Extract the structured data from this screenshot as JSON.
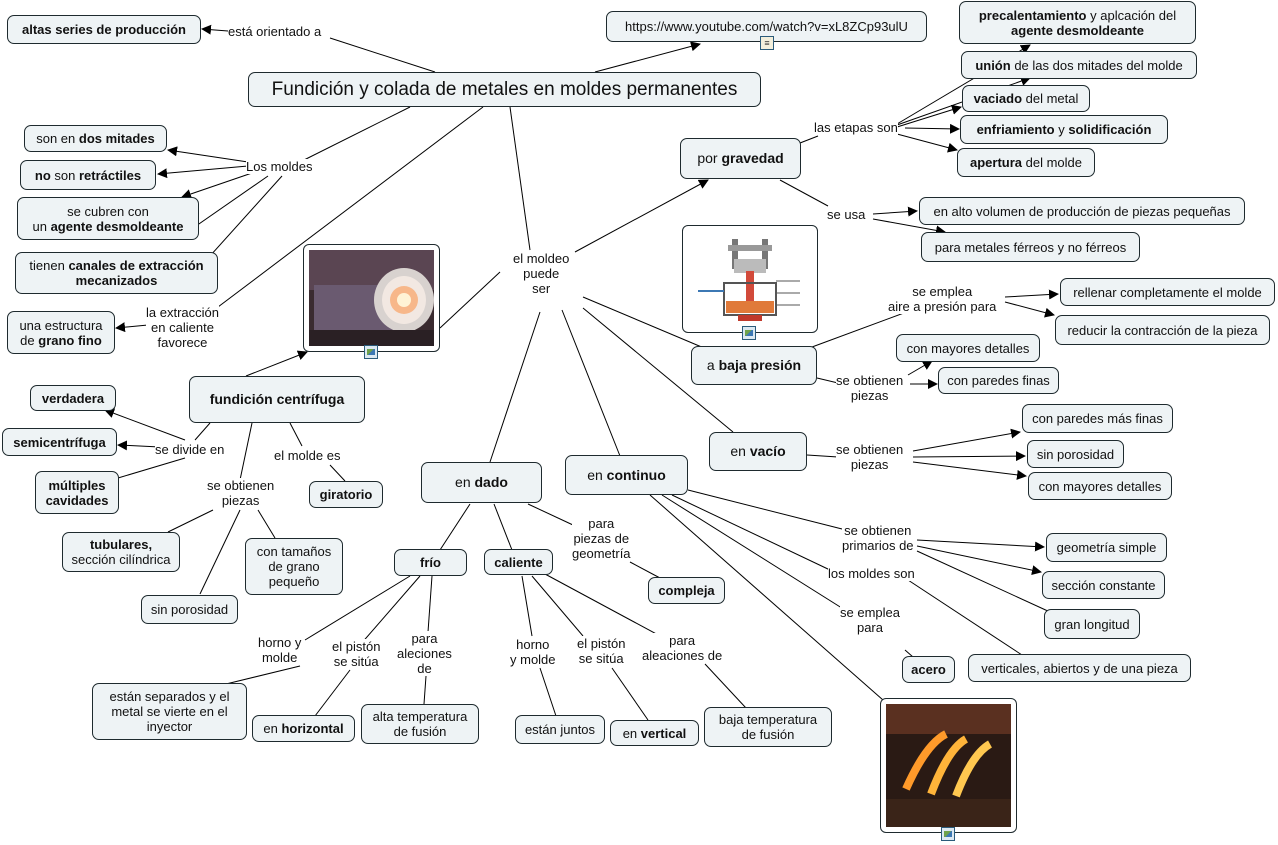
{
  "nodes": {
    "n_main": "Fundición y colada de metales en moldes permanentes",
    "n_altas": "altas series de producción",
    "n_url": "https://www.youtube.com/watch?v=xL8ZCp93ulU",
    "n_dos_mitades": [
      "son en ",
      "dos mitades"
    ],
    "n_no_retractiles": [
      "no",
      " son ",
      "retráctiles"
    ],
    "n_agente": [
      "se cubren con",
      "un ",
      "agente desmoldeante"
    ],
    "n_canales": [
      "tienen ",
      "canales de extracción mecanizados"
    ],
    "n_grano_fino": [
      "una estructura",
      "de ",
      "grano fino"
    ],
    "n_centrifuga": "fundición centrífuga",
    "n_verdadera": "verdadera",
    "n_semicentrifuga": "semicentrífuga",
    "n_multiples": "múltiples cavidades",
    "n_tubulares": [
      "tubulares,",
      "sección cilíndrica"
    ],
    "n_sin_porosidad_c": "sin porosidad",
    "n_grano_peq": "con tamaños de grano pequeño",
    "n_giratorio": "giratorio",
    "n_gravedad": [
      "por ",
      "gravedad"
    ],
    "n_precal": [
      "precalentamiento",
      " y  aplcación del",
      "agente desmoldeante"
    ],
    "n_union": [
      "unión",
      " de las dos mitades del molde"
    ],
    "n_vaciado": [
      "vaciado",
      " del metal"
    ],
    "n_enfriamiento": [
      "enfriamiento",
      " y ",
      "solidificación"
    ],
    "n_apertura": [
      "apertura",
      " del molde"
    ],
    "n_alto_volumen": "en alto volumen de producción de piezas pequeñas",
    "n_ferreos": "para metales férreos y no férreos",
    "n_baja_presion": [
      "a ",
      "baja presión"
    ],
    "n_rellenar": "rellenar completamente el molde",
    "n_reducir": "reducir la contracción de la pieza",
    "n_mayores_det1": "con mayores detalles",
    "n_paredes_finas": "con paredes finas",
    "n_vacio": [
      "en ",
      "vacío"
    ],
    "n_paredes_mas_finas": "con paredes más finas",
    "n_sin_porosidad_v": "sin porosidad",
    "n_mayores_det2": "con mayores detalles",
    "n_dado": [
      "en ",
      "dado"
    ],
    "n_frio": "frío",
    "n_caliente": "caliente",
    "n_compleja": "compleja",
    "n_separados": "están separados y el metal se vierte en el inyector",
    "n_horizontal": [
      "en ",
      "horizontal"
    ],
    "n_alta_temp": "alta temperatura de fusión",
    "n_juntos": "están juntos",
    "n_vertical": [
      "en ",
      "vertical"
    ],
    "n_baja_temp": "baja temperatura de fusión",
    "n_continuo": [
      "en ",
      "continuo"
    ],
    "n_geo_simple": "geometría simple",
    "n_seccion_const": "sección constante",
    "n_gran_long": "gran longitud",
    "n_acero": "acero",
    "n_verticales": "verticales, abiertos y de una pieza"
  },
  "labels": {
    "l_orientado": "está orientado a",
    "l_moldes": "Los moldes",
    "l_extraccion": "la extracción\nen caliente\nfavorece",
    "l_moldeo": "el moldeo\npuede\nser",
    "l_etapas": "las etapas son",
    "l_se_usa": "se usa",
    "l_aire": "se emplea\naire a presión para",
    "l_obt_bp": "se obtienen\npiezas",
    "l_obt_vacio": "se obtienen\npiezas",
    "l_divide": "se divide en",
    "l_obt_centr": "se obtienen\npiezas",
    "l_molde_es": "el molde es",
    "l_geometria": "para\npiezas de\ngeometría",
    "l_horno_frio": "horno y\nmolde",
    "l_piston_frio": "el pistón\nse sitúa",
    "l_aleac_frio": "para\naleciones\nde",
    "l_horno_cal": "horno\ny molde",
    "l_piston_cal": "el pistón\nse sitúa",
    "l_aleac_cal": "para\naleaciones de",
    "l_primarios": "se obtienen\nprimarios de",
    "l_moldes_son": "los moldes son",
    "l_emplea_para": "se emplea\npara"
  },
  "images": {
    "img_centrifuga": "centrifugal-casting-photo",
    "img_baja_presion": "low-pressure-casting-diagram",
    "img_continuo": "continuous-casting-photo"
  },
  "colors": {
    "node_fill": "#eef3f5",
    "node_border": "#1e2a2e",
    "link": "#000000"
  }
}
